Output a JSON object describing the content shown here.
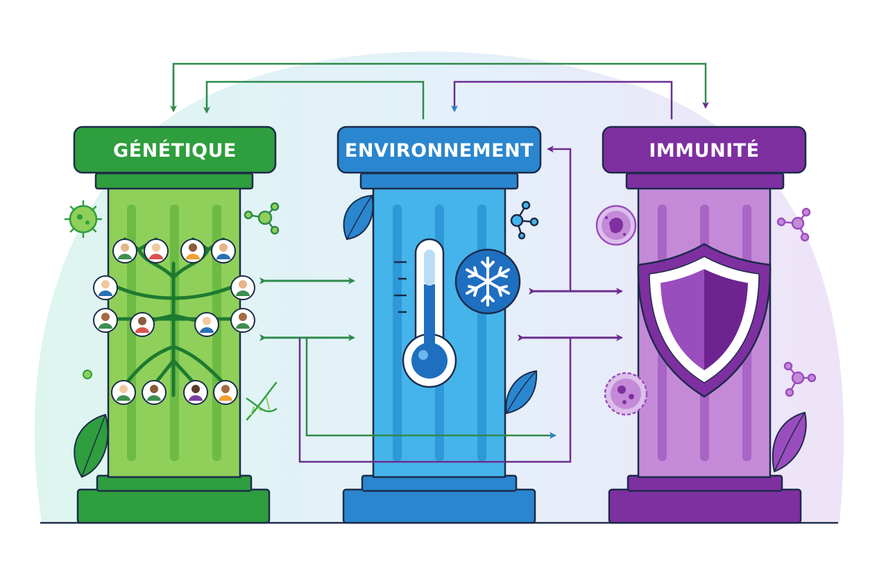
{
  "pillars": [
    {
      "id": "genetics",
      "label": "GÉNÉTIQUE",
      "icon": "family-tree-icon",
      "colors": {
        "cap": "#2e9e3e",
        "body": "#8fd05a",
        "stripe": "#6dbb45",
        "dark": "#1d7a30"
      }
    },
    {
      "id": "environment",
      "label": "ENVIRONNEMENT",
      "icon": "thermometer-icon",
      "colors": {
        "cap": "#2a86cf",
        "body": "#45b4ea",
        "stripe": "#2f98d8",
        "dark": "#1c6db3"
      }
    },
    {
      "id": "immunity",
      "label": "IMMUNITÉ",
      "icon": "shield-icon",
      "colors": {
        "cap": "#7e2fa0",
        "body": "#c48ad8",
        "stripe": "#a865c4",
        "dark": "#6a2288"
      }
    }
  ],
  "decor_icons": [
    "virus-icon",
    "molecule-icon",
    "dna-icon",
    "leaf-icon",
    "snowflake-icon",
    "cell-icon",
    "bacteria-icon"
  ],
  "outline_color": "#1c2b4a",
  "arrow_colors": {
    "green": "#2f8a4a",
    "purple": "#6b2d8f"
  }
}
